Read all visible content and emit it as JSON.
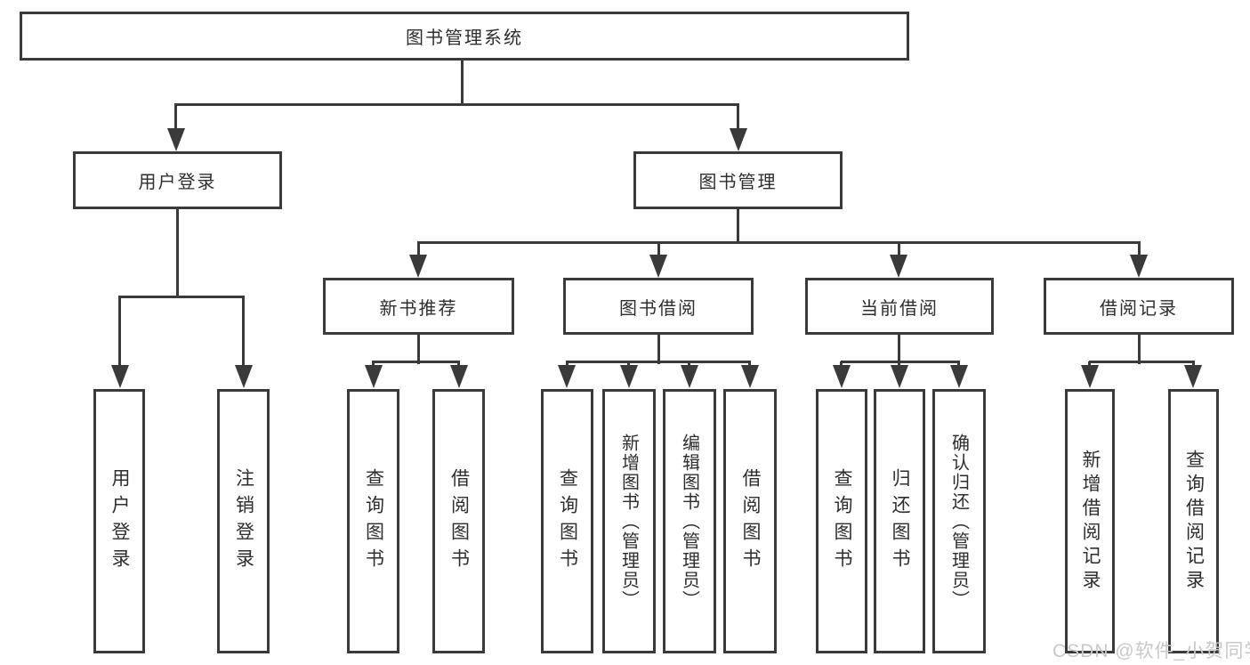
{
  "colors": {
    "line": "#3a3a3a",
    "text": "#2e2e2e",
    "watermark": "#c9c9c9",
    "bg": "#ffffff"
  },
  "diagram": {
    "title": "图书管理系统",
    "level2": {
      "user_login": "用户登录",
      "book_mgmt": "图书管理"
    },
    "level3": {
      "new_books": "新书推荐",
      "book_borrow": "图书借阅",
      "current_borrow": "当前借阅",
      "borrow_records": "借阅记录"
    },
    "leaves": {
      "user_login": [
        "用户登录",
        "注销登录"
      ],
      "new_books": [
        "查询图书",
        "借阅图书"
      ],
      "book_borrow": [
        "查询图书",
        "新增图书（管理员）",
        "编辑图书（管理员）",
        "借阅图书"
      ],
      "current_borrow": [
        "查询图书",
        "归还图书",
        "确认归还（管理员）"
      ],
      "borrow_records": [
        "新增借阅记录",
        "查询借阅记录"
      ]
    },
    "watermark": "CSDN @软件_小贺同学"
  }
}
